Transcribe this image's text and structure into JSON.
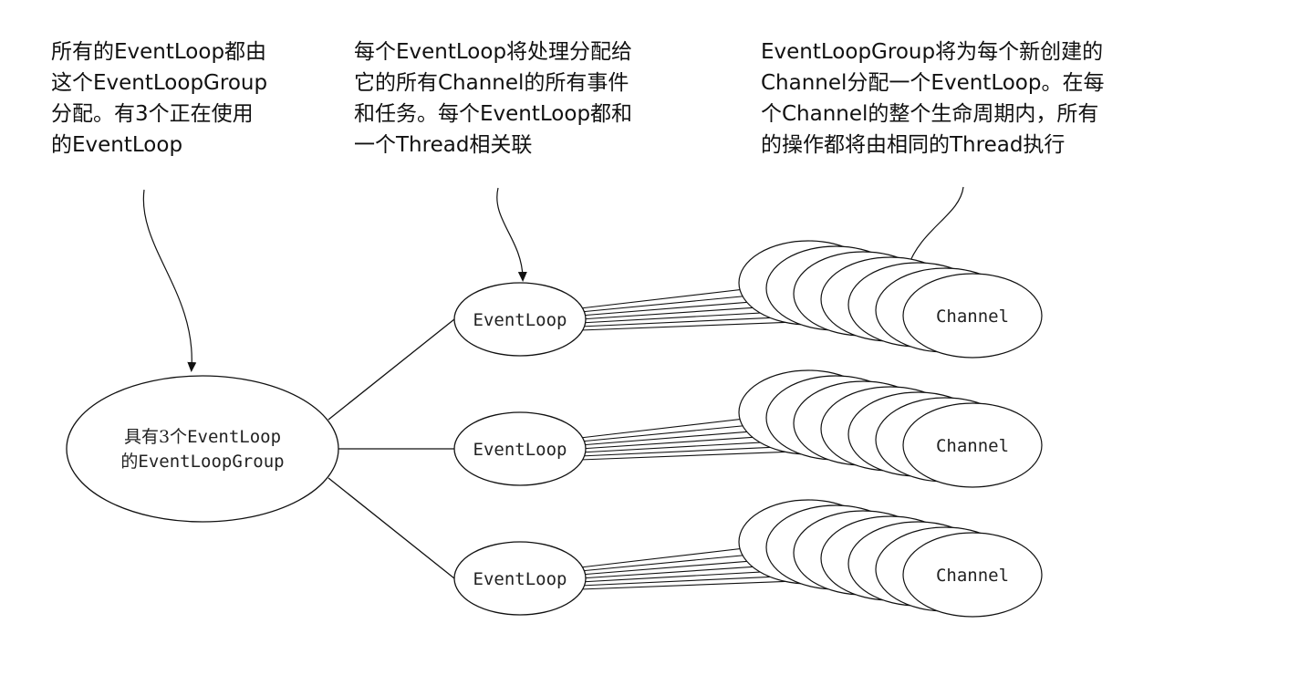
{
  "annotations": {
    "group_note": {
      "lines": [
        "所有的EventLoop都由",
        "这个EventLoopGroup",
        "分配。有3个正在使用",
        "的EventLoop"
      ]
    },
    "loop_note": {
      "lines": [
        "每个EventLoop将处理分配给",
        "它的所有Channel的所有事件",
        "和任务。每个EventLoop都和",
        "一个Thread相关联"
      ]
    },
    "channel_note": {
      "lines": [
        "EventLoopGroup将为每个新创建的",
        "Channel分配一个EventLoop。在每",
        "个Channel的整个生命周期内，所有",
        "的操作都将由相同的Thread执行"
      ]
    }
  },
  "group_node": {
    "label_line1_prefix": "具有3个",
    "label_line1_code": "EventLoop",
    "label_line2_prefix": "的",
    "label_line2_code": "EventLoopGroup"
  },
  "event_loops": [
    {
      "label": "EventLoop",
      "channel_label": "Channel"
    },
    {
      "label": "EventLoop",
      "channel_label": "Channel"
    },
    {
      "label": "EventLoop",
      "channel_label": "Channel"
    }
  ],
  "colors": {
    "stroke": "#111111",
    "fill": "#ffffff",
    "text": "#222222"
  }
}
